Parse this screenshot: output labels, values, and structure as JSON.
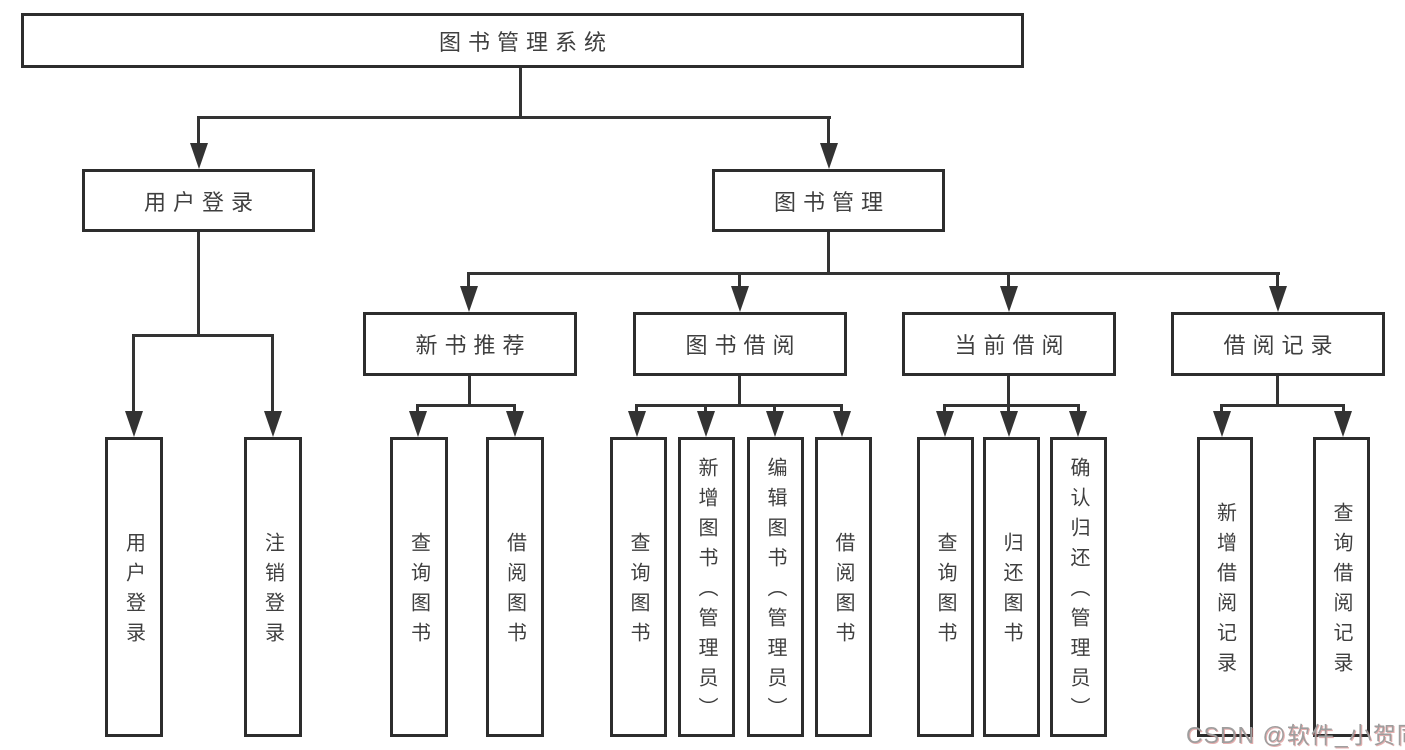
{
  "nodes": {
    "root": "图书管理系统",
    "level2": {
      "user_login": "用户登录",
      "book_management": "图书管理"
    },
    "level3": {
      "new_book_recommend": "新书推荐",
      "book_borrowing": "图书借阅",
      "current_borrowing": "当前借阅",
      "borrowing_records": "借阅记录"
    },
    "leaves": {
      "user_login": [
        "用户登录",
        "注销登录"
      ],
      "new_book_recommend": [
        "查询图书",
        "借阅图书"
      ],
      "book_borrowing": [
        "查询图书",
        "新增图书（管理员）",
        "编辑图书（管理员）",
        "借阅图书"
      ],
      "current_borrowing": [
        "查询图书",
        "归还图书",
        "确认归还（管理员）"
      ],
      "borrowing_records": [
        "新增借阅记录",
        "查询借阅记录"
      ]
    }
  },
  "watermark": "CSDN @软件_小贺同学",
  "colors": {
    "line": "#333333",
    "text": "#3f3f3f",
    "watermark": "#9e9e9e",
    "background": "#ffffff"
  }
}
